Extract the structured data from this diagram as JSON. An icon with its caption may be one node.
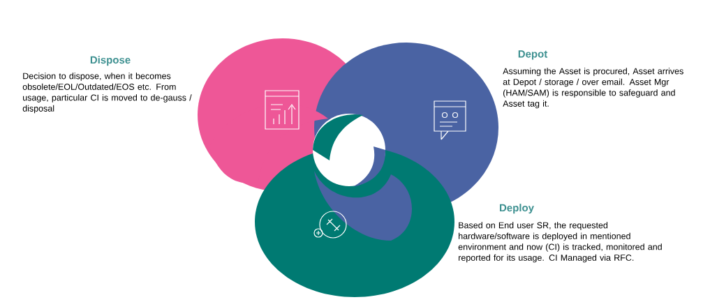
{
  "diagram": {
    "labels": [
      "Dispose",
      "Decision to dispose, when it becomes obsolete/EOL/Outdated/EOS etc. From usage, particular CI is moved to de-gauss / disposal",
      "Depot",
      "Assuming the Asset is procured, Asset arrives at Depot / storage / over email. Asset Mgr (HAM/SAM) is responsible to safeguard and Asset tag it.",
      "Deploy",
      "Based on End user SR, the requested hardware/software is deployed in mentioned environment and now (CI) is tracked, monitored and reported for its usage. CI Managed via RFC."
    ]
  }
}
